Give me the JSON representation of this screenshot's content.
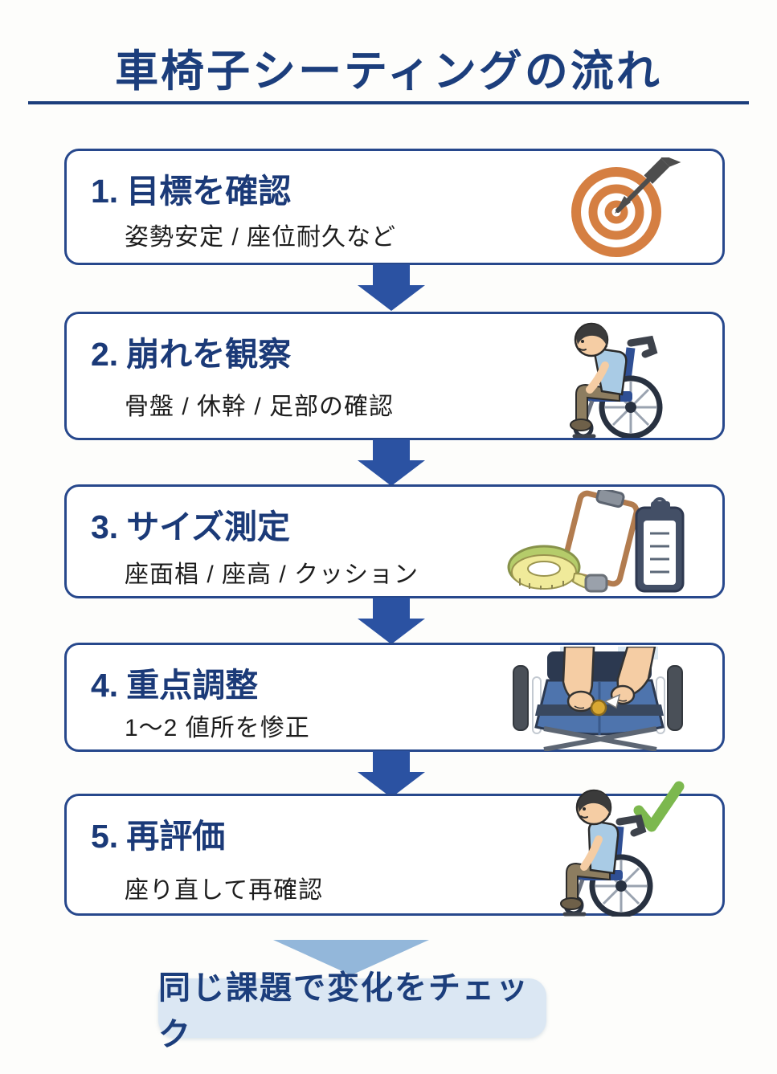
{
  "page": {
    "title": "車椅子シーティングの流れ",
    "background_color": "#fdfdfb",
    "accent_navy": "#1c3e7c",
    "box_border_color": "#27488c",
    "arrow_color": "#2b52a2",
    "triangle_color": "#93b7da",
    "banner_bg": "#dbe7f3",
    "target_orange": "#d57f42",
    "check_green": "#7cb84e"
  },
  "steps": [
    {
      "number": "1.",
      "title": "目標を確認",
      "subtitle": "姿勢安定 / 座位耐久など",
      "icon": "target-icon"
    },
    {
      "number": "2.",
      "title": "崩れを観察",
      "subtitle": "骨盤 / 休幹 / 足部の確認",
      "icon": "wheelchair-slouch-icon"
    },
    {
      "number": "3.",
      "title": "サイズ測定",
      "subtitle": "座面椙 / 座高 / クッション",
      "icon": "measurement-tools-icon"
    },
    {
      "number": "4.",
      "title": "重点調整",
      "subtitle": "1〜2 値所を惨正",
      "icon": "cushion-adjust-icon"
    },
    {
      "number": "5.",
      "title": "再評価",
      "subtitle": "座り直して再確認",
      "icon": "wheelchair-check-icon"
    }
  ],
  "footer": {
    "banner_label": "同じ課題で変化をチェック"
  }
}
